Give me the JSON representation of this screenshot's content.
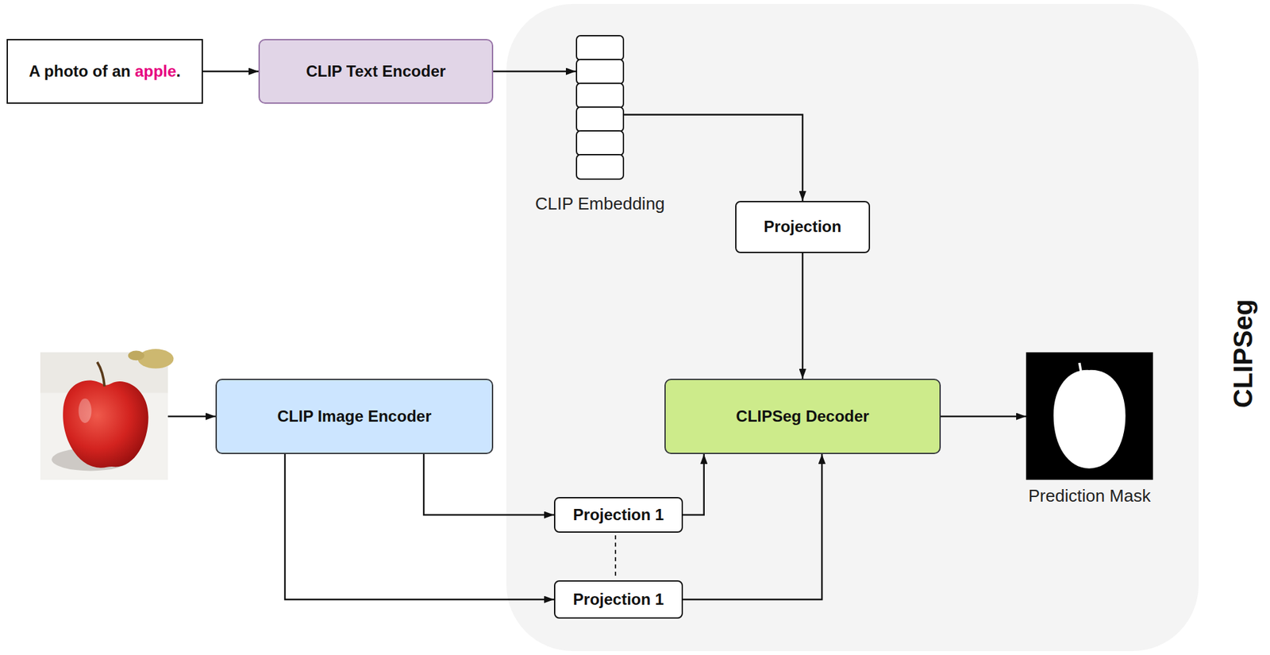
{
  "diagram": {
    "nodes": [
      {
        "text": [
          "A photo of an",
          "apple",
          "."
        ]
      },
      {
        "text": [
          "CLIP Text Encoder"
        ]
      },
      {
        "text": [
          "CLIPSeg"
        ]
      },
      {
        "text": [
          "CLIP Embedding"
        ],
        "in": 2
      },
      {
        "text": [
          "Projection"
        ],
        "in": 2
      },
      {
        "text": [
          "CLIPSeg Decoder"
        ],
        "in": 2
      },
      {
        "text": [
          "Prediction Mask"
        ],
        "in": 2
      },
      {
        "text": [
          "Projection 1"
        ],
        "in": 2
      },
      {
        "text": [
          "Projection 1"
        ],
        "in": 2
      },
      {
        "text": [
          "CLIP Image Encoder"
        ]
      }
    ],
    "edges": [
      {
        "from": 0,
        "to": 1,
        "arrow": "to"
      },
      {
        "from": 1,
        "to": 3,
        "arrow": "to"
      },
      {
        "from": 3,
        "to": 4,
        "arrow": "to"
      },
      {
        "from": 4,
        "to": 5,
        "arrow": "to"
      },
      {
        "from": 5,
        "to": 6,
        "arrow": "to"
      },
      {
        "from": 9,
        "to": 7,
        "arrow": "to"
      },
      {
        "from": 9,
        "to": 8,
        "arrow": "to"
      },
      {
        "from": 7,
        "to": 5,
        "arrow": "to"
      },
      {
        "from": 8,
        "to": 5,
        "arrow": "to"
      }
    ]
  }
}
